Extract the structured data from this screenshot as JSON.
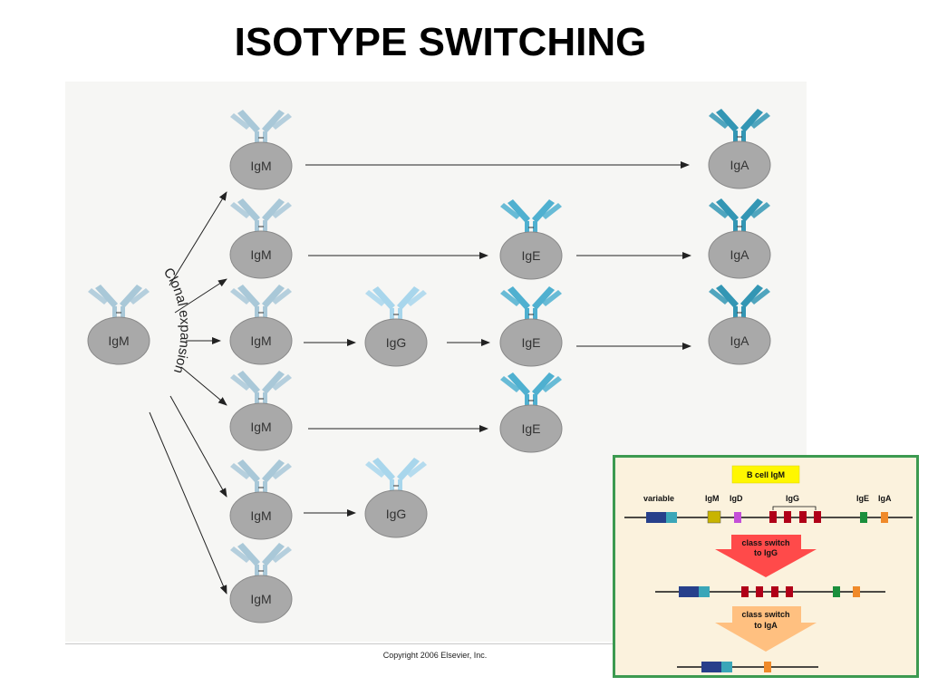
{
  "title": "ISOTYPE SWITCHING",
  "copyright": "Copyright 2006 Elsevier, Inc.",
  "clonal_label": "Clonal expansion",
  "colors": {
    "cell_fill": "#a9a9a9",
    "ab_igm": "#a9c8d8",
    "ab_igg": "#a8d6ec",
    "ab_ige": "#4fb0d0",
    "ab_iga": "#3396b4",
    "arrow": "#222222",
    "inset_border": "#3c9a50",
    "inset_bg": "#fbf2dd"
  },
  "cells": {
    "origin": "IgM",
    "col1": [
      "IgM",
      "IgM",
      "IgM",
      "IgM",
      "IgM",
      "IgM"
    ],
    "igg": [
      "IgG",
      "IgG"
    ],
    "ige": [
      "IgE",
      "IgE",
      "IgE"
    ],
    "iga": [
      "IgA",
      "IgA",
      "IgA"
    ]
  },
  "inset": {
    "title": "B cell IgM",
    "gene_labels": {
      "variable": "variable",
      "igm": "IgM",
      "igd": "IgD",
      "igg": "IgG",
      "ige": "IgE",
      "iga": "IgA"
    },
    "arrow1": [
      "class switch",
      "to IgG"
    ],
    "arrow2": [
      "class switch",
      "to IgA"
    ]
  }
}
